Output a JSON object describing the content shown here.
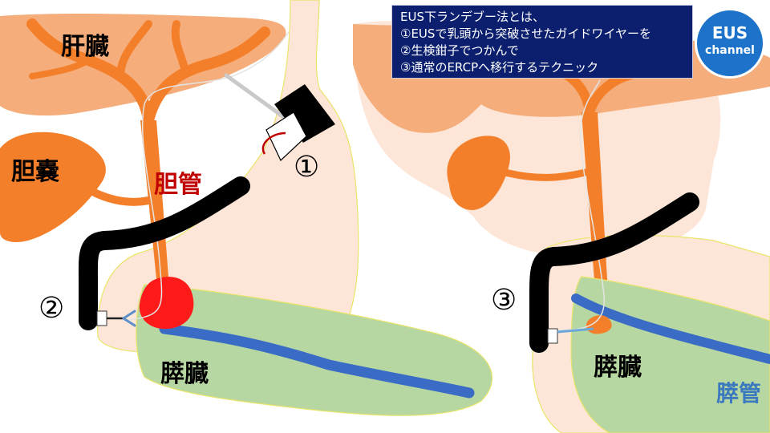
{
  "labels": {
    "liver": "肝臓",
    "gallbladder": "胆嚢",
    "bile_duct": "胆管",
    "pancreas_left": "膵臓",
    "pancreas_right": "膵臓",
    "pancreatic_duct": "膵管"
  },
  "steps": {
    "step1": "①",
    "step2": "②",
    "step3": "③"
  },
  "info_box": {
    "line1": "EUS下ランデブー法とは、",
    "line2": "①EUSで乳頭から突破させたガイドワイヤーを",
    "line3": "②生検鉗子でつかんで",
    "line4": "③通常のERCPへ移行するテクニック"
  },
  "logo": {
    "line1": "EUS",
    "line2": "channel"
  },
  "colors": {
    "liver": "#f5ae7b",
    "bile_duct": "#f47f2a",
    "duodenum": "#fde6d8",
    "pancreas": "#b6d7a1",
    "pancreatic_duct": "#3a6cc6",
    "papilla_tumor": "#ff1a1a",
    "scope": "#000000",
    "info_box": "#0b1f6e",
    "bile_duct_label": "#c00000",
    "pancreatic_duct_label": "#3a78c0"
  }
}
